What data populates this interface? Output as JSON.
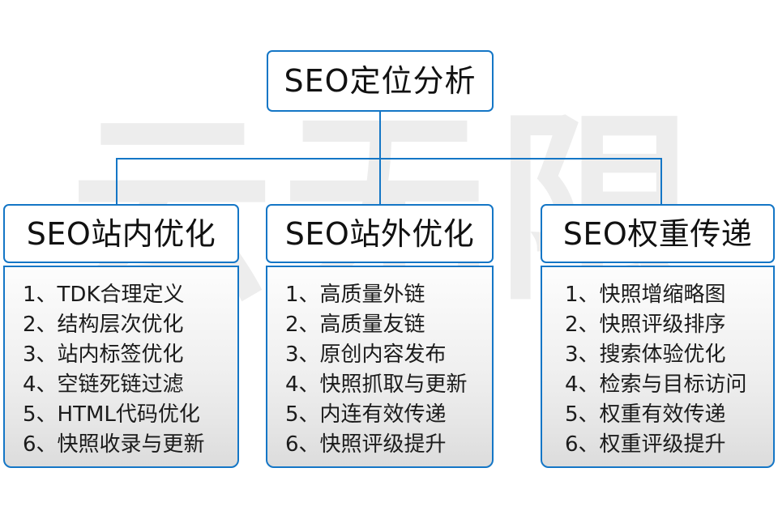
{
  "watermark": {
    "text": "云无限"
  },
  "colors": {
    "accent": "#1476c6",
    "text": "#111111",
    "body_text": "#1b1b1b",
    "box_background": "#ffffff",
    "panel_gradient_top": "#fdfdfd",
    "panel_gradient_bottom": "#dcdcdc",
    "watermark": "#ededed"
  },
  "diagram": {
    "type": "org-chart",
    "root": {
      "label": "SEO定位分析"
    },
    "branches": [
      {
        "label": "SEO站内优化",
        "items": [
          "1、TDK合理定义",
          "2、结构层次优化",
          "3、站内标签优化",
          "4、空链死链过滤",
          "5、HTML代码优化",
          "6、快照收录与更新"
        ]
      },
      {
        "label": "SEO站外优化",
        "items": [
          "1、高质量外链",
          "2、高质量友链",
          "3、原创内容发布",
          "4、快照抓取与更新",
          "5、内连有效传递",
          "6、快照评级提升"
        ]
      },
      {
        "label": "SEO权重传递",
        "items": [
          "1、快照增缩略图",
          "2、快照评级排序",
          "3、搜索体验优化",
          "4、检索与目标访问",
          "5、权重有效传递",
          "6、权重评级提升"
        ]
      }
    ]
  }
}
